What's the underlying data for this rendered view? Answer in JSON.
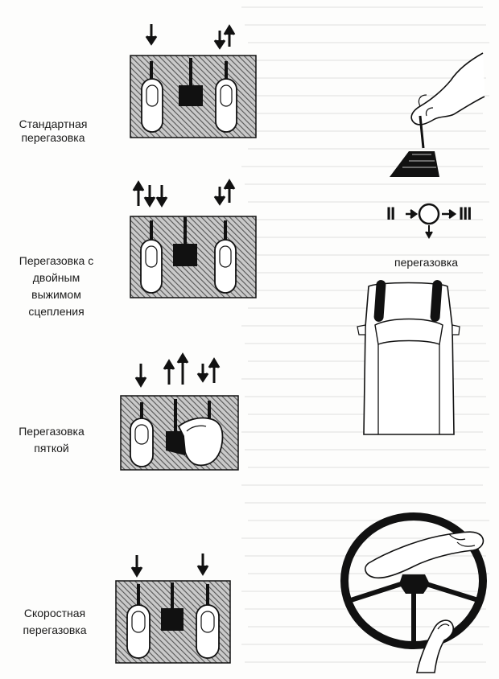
{
  "captions": {
    "standard": [
      "Стандартная",
      "перегазовка"
    ],
    "double_clutch": [
      "Перегазовка с",
      "двойным",
      "выжимом",
      "сцепления"
    ],
    "heel": [
      "Перегазовка",
      "пяткой"
    ],
    "speed": [
      "Скоростная",
      "перегазовка"
    ]
  },
  "gear_shift": {
    "from_gear": "II",
    "to_gear": "III",
    "caption": "перегазовка"
  },
  "colors": {
    "hatch": "#555555",
    "ink": "#111111",
    "pedal_fill": "#ffffff"
  }
}
